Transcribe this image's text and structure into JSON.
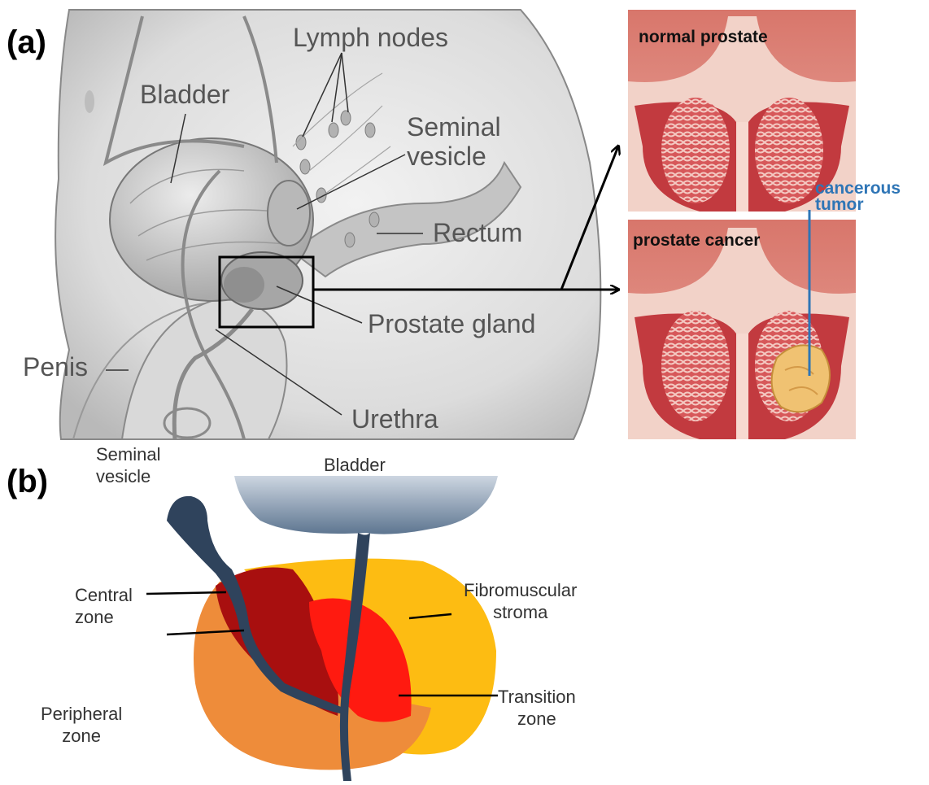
{
  "panel_a": {
    "label": "(a)",
    "anatomy_labels": {
      "lymph_nodes": "Lymph nodes",
      "bladder": "Bladder",
      "seminal_vesicle_line1": "Seminal",
      "seminal_vesicle_line2": "vesicle",
      "rectum": "Rectum",
      "prostate_gland": "Prostate gland",
      "penis": "Penis",
      "urethra": "Urethra"
    },
    "insets": {
      "normal_title": "normal prostate",
      "cancer_title": "prostate cancer",
      "tumor_line1": "cancerous",
      "tumor_line2": "tumor"
    }
  },
  "panel_b": {
    "label": "(b)",
    "zone_labels": {
      "seminal_vesicle_line1": "Seminal",
      "seminal_vesicle_line2": "vesicle",
      "bladder": "Bladder",
      "central_zone_line1": "Central",
      "central_zone_line2": "zone",
      "fibromuscular_line1": "Fibromuscular",
      "fibromuscular_line2": "stroma",
      "transition_line1": "Transition",
      "transition_line2": "zone",
      "peripheral_line1": "Peripheral",
      "peripheral_line2": "zone"
    }
  },
  "colors": {
    "tumor_label": "#2e75b6",
    "peripheral_zone": "#ee8c3a",
    "central_zone": "#a80f0f",
    "transition_zone": "#ff1a10",
    "fibromuscular_stroma": "#fdbc12",
    "ducts": "#2f435c"
  }
}
